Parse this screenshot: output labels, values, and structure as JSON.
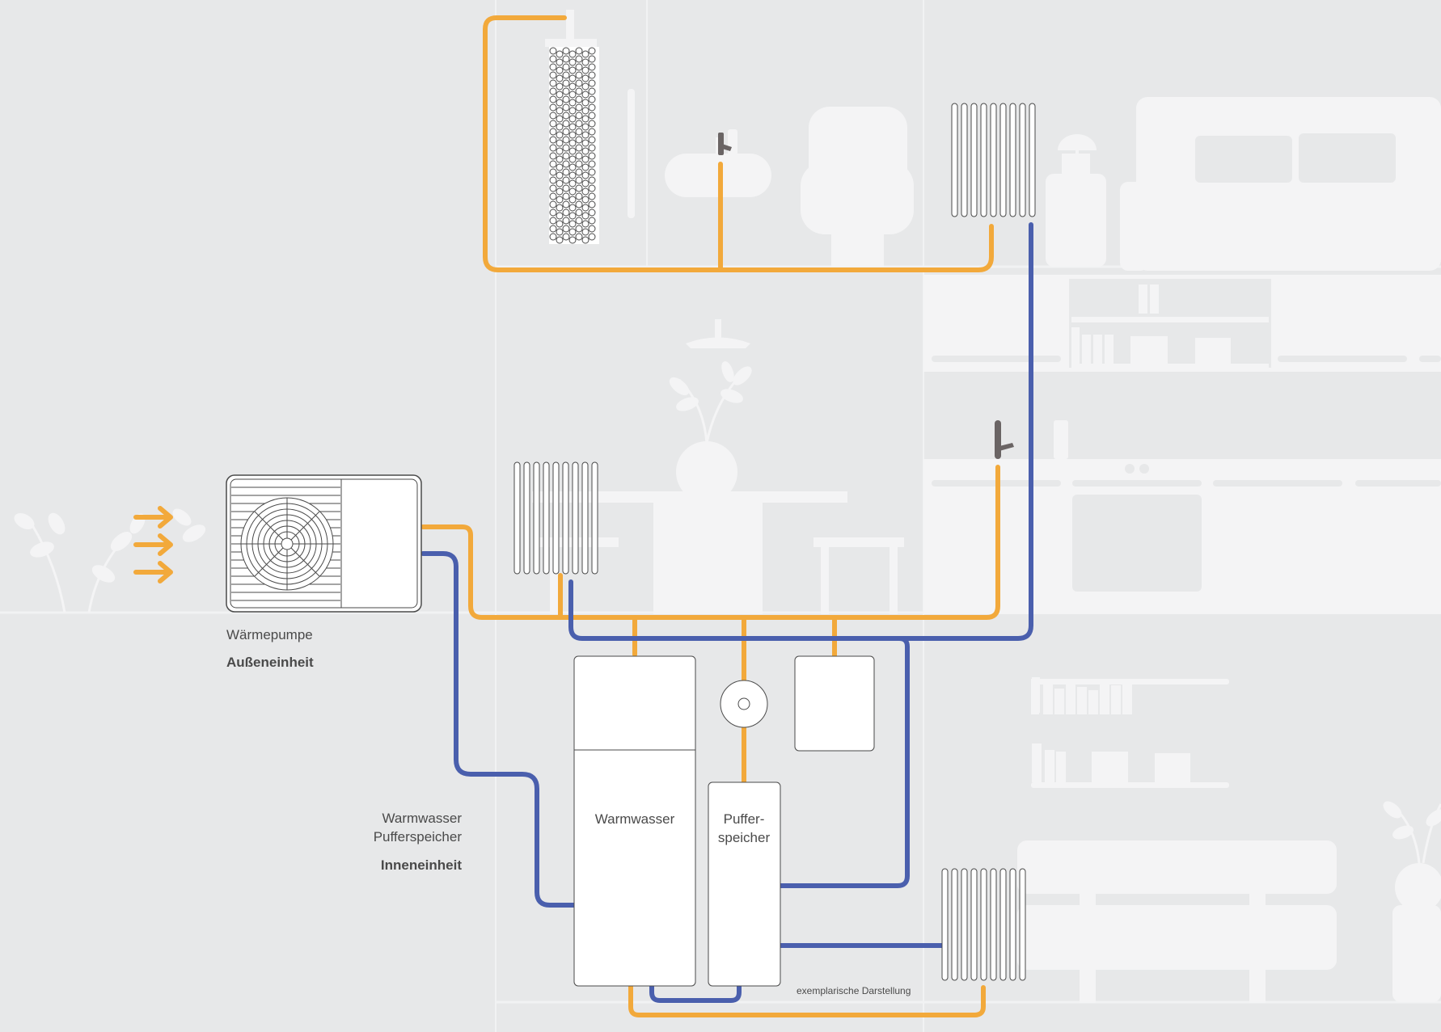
{
  "colors": {
    "background": "#e7e8e9",
    "furniture": "#f4f4f5",
    "hot_pipe": "#f2a93b",
    "cold_pipe": "#4a5fad",
    "outline": "#4a4a4a",
    "tap": "#6a6464"
  },
  "labels": {
    "outdoor_unit": {
      "line1": "Wärmepumpe",
      "line2": "Außeneinheit"
    },
    "indoor_unit": {
      "line1": "Warmwasser",
      "line2": "Pufferspeicher",
      "line3": "Inneneinheit"
    },
    "tank_hot_water": "Warmwasser",
    "tank_buffer": {
      "line1": "Puffer-",
      "line2": "speicher"
    },
    "note": "exemplarische Darstellung"
  },
  "icons": [
    "heat-pump-fan-icon",
    "intake-arrow-icon",
    "radiator-icon",
    "tap-icon",
    "pump-icon",
    "plant-icon",
    "lamp-icon"
  ]
}
